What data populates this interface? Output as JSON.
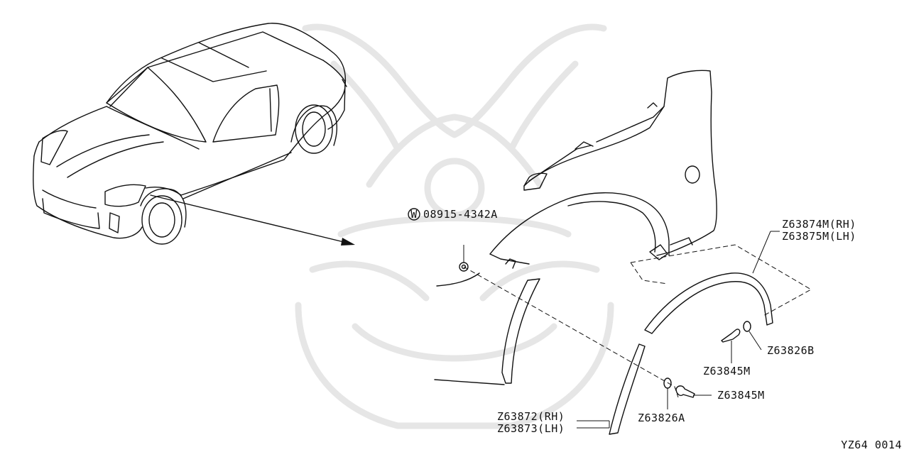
{
  "parts": {
    "bolt": "08915-4342A",
    "bolt_marker": "W",
    "mudguard_rear_rh": "Z63874M(RH)",
    "mudguard_rear_lh": "Z63875M(LH)",
    "clip_b": "Z63826B",
    "screw_upper": "Z63845M",
    "screw_lower": "Z63845M",
    "clip_a": "Z63826A",
    "mudguard_front_rh": "Z63872(RH)",
    "mudguard_front_lh": "Z63873(LH)"
  },
  "diagram_code": "YZ64 0014",
  "colors": {
    "line": "#111111",
    "watermark": "#e6e6e6",
    "background": "#ffffff"
  }
}
